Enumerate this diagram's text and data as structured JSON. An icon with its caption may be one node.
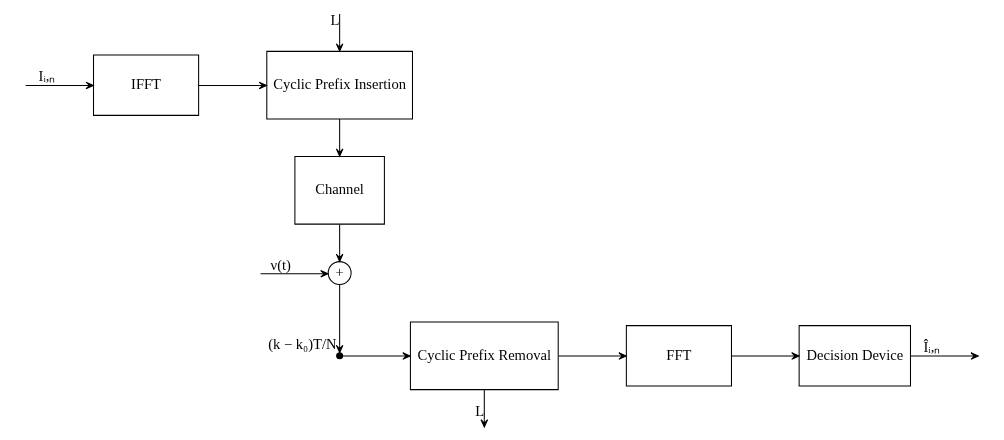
{
  "diagram": {
    "nodes": [
      {
        "text": [
          "IFFT"
        ]
      },
      {
        "text": [
          "Cyclic Prefix Insertion"
        ]
      },
      {
        "text": [
          "Channel"
        ]
      },
      {
        "text": [
          "+"
        ]
      },
      {
        "text": [],
        "shape": "switch",
        "beside": [
          "(k − k₀)T/N"
        ]
      },
      {
        "text": [
          "Cyclic Prefix Removal"
        ]
      },
      {
        "text": [
          "FFT"
        ]
      },
      {
        "text": [
          "Decision Device"
        ]
      }
    ],
    "edges": [
      {
        "from": null,
        "to": 0,
        "arrow": "to",
        "label": "Iᵢ,ₙ"
      },
      {
        "from": 0,
        "to": 1,
        "arrow": "to"
      },
      {
        "from": null,
        "to": 1,
        "arrow": "to",
        "label": "L"
      },
      {
        "from": 1,
        "to": 2,
        "arrow": "to"
      },
      {
        "from": 2,
        "to": 3,
        "arrow": "to"
      },
      {
        "from": null,
        "to": 3,
        "arrow": "to",
        "label": "ν(t)"
      },
      {
        "from": 3,
        "to": 4,
        "arrow": "to"
      },
      {
        "from": 4,
        "to": 5,
        "arrow": "to"
      },
      {
        "from": 5,
        "to": null,
        "arrow": "to",
        "label": "L"
      },
      {
        "from": 5,
        "to": 6,
        "arrow": "to"
      },
      {
        "from": 6,
        "to": 7,
        "arrow": "to"
      },
      {
        "from": 7,
        "to": null,
        "arrow": "to",
        "label": "Îᵢ,ₙ"
      }
    ]
  }
}
